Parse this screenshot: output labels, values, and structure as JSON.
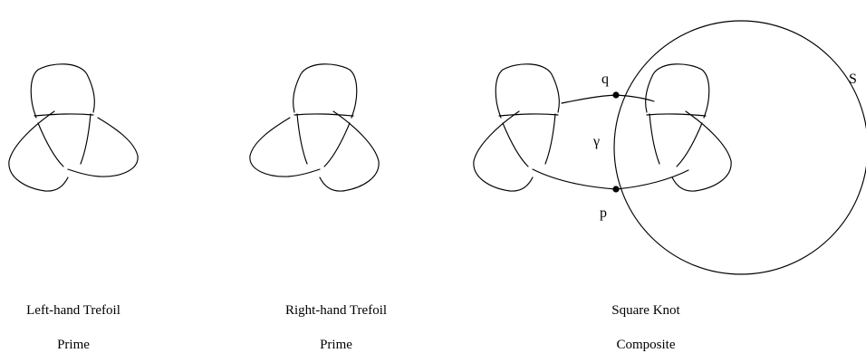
{
  "knots": [
    {
      "name": "Left-hand Trefoil",
      "type": "Prime"
    },
    {
      "name": "Right-hand Trefoil",
      "type": "Prime"
    },
    {
      "name": "Square Knot",
      "type": "Composite"
    }
  ],
  "labels": {
    "sphere": "S",
    "point_q": "q",
    "point_p": "p",
    "arc": "γ"
  }
}
